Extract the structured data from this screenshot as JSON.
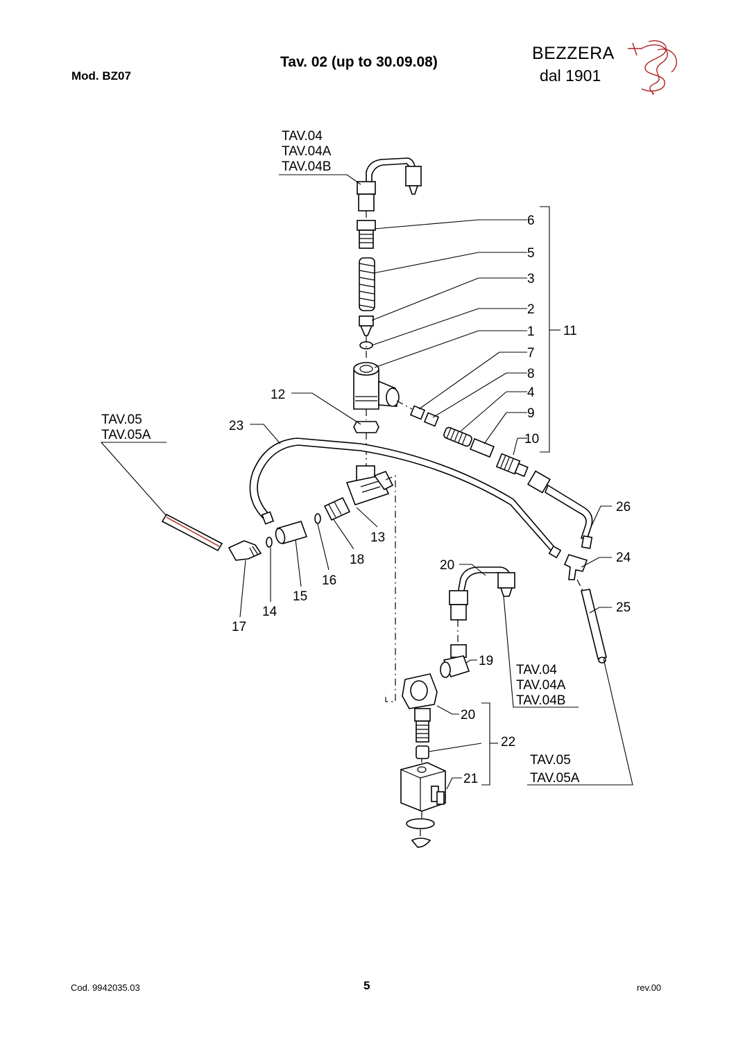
{
  "header": {
    "model": "Mod.  BZ07",
    "title": "Tav. 02 (up to 30.09.08)",
    "brand": "BEZZERA",
    "since": "dal 1901"
  },
  "footer": {
    "code": "Cod. 9942035.03",
    "page": "5",
    "revision": "rev.00"
  },
  "colors": {
    "logo": "#b02020",
    "ink": "#000000"
  },
  "refs": {
    "tav04": "TAV.04",
    "tav04a": "TAV.04A",
    "tav04b": "TAV.04B",
    "tav05": "TAV.05",
    "tav05a": "TAV.05A"
  },
  "callouts": {
    "p1": "1",
    "p2": "2",
    "p3": "3",
    "p4": "4",
    "p5": "5",
    "p6": "6",
    "p7": "7",
    "p8": "8",
    "p9": "9",
    "p10": "10",
    "p11": "11",
    "p12": "12",
    "p13": "13",
    "p14": "14",
    "p15": "15",
    "p16": "16",
    "p17": "17",
    "p18": "18",
    "p19": "19",
    "p20a": "20",
    "p20b": "20",
    "p21": "21",
    "p22": "22",
    "p23": "23",
    "p24": "24",
    "p25": "25",
    "p26": "26"
  }
}
